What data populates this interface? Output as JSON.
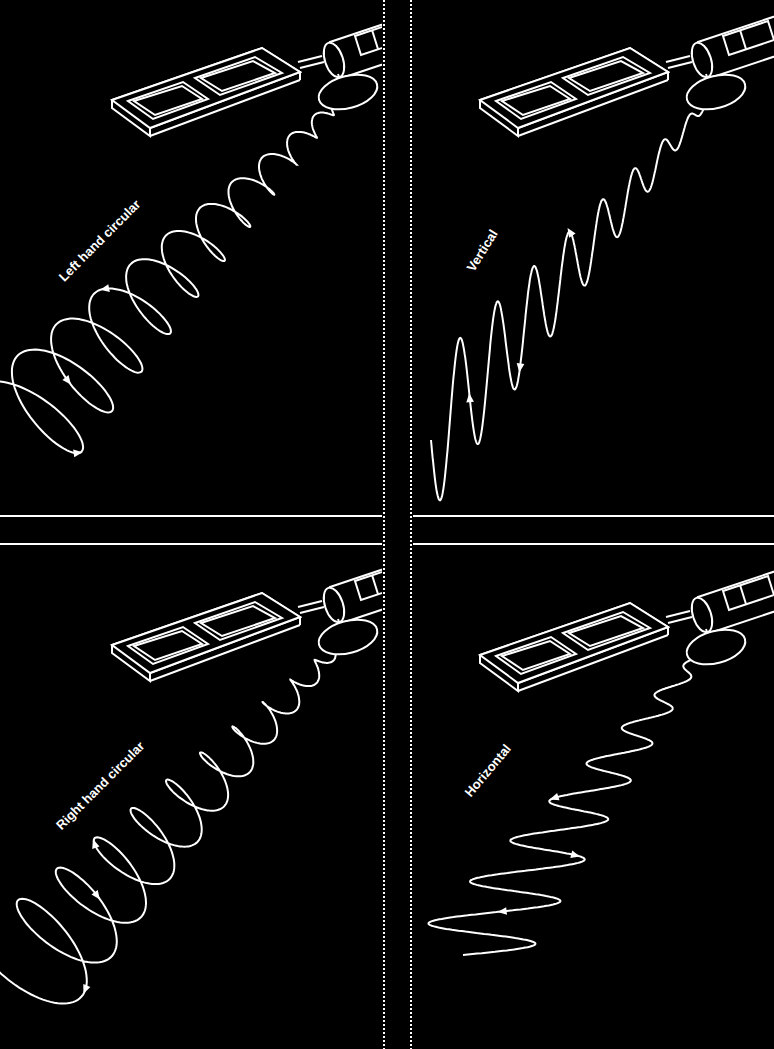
{
  "diagram": {
    "labels": [
      "Left hand circular",
      "Vertical",
      "Right hand circular",
      "Horizontal"
    ]
  }
}
